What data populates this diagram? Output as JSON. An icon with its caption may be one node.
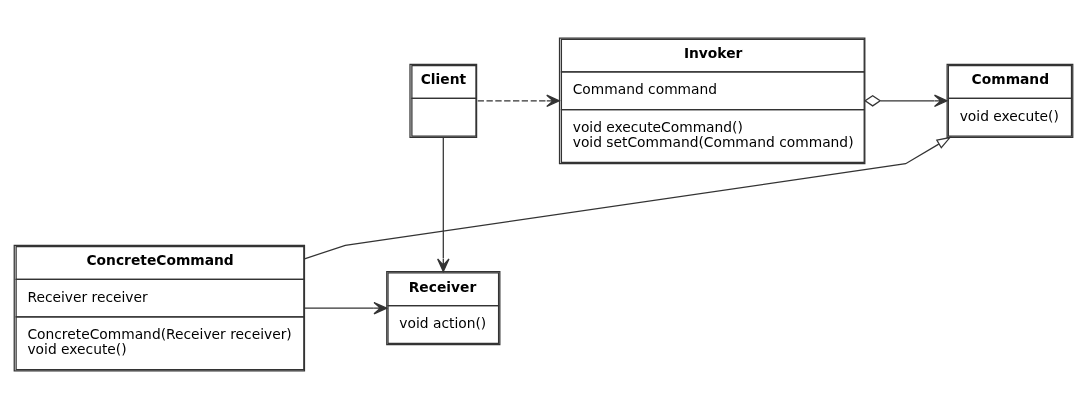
{
  "diagram": {
    "nodes": [
      {
        "text": [
          "Client"
        ]
      },
      {
        "text": [
          "Invoker",
          "Command command",
          "void executeCommand() void setCommand(Command command)"
        ]
      },
      {
        "text": [
          "Command",
          "void execute()"
        ]
      },
      {
        "text": [
          "Receiver",
          "void action()"
        ]
      },
      {
        "text": [
          "ConcreteCommand",
          "Receiver receiver",
          "ConcreteCommand(Receiver receiver) void execute()"
        ]
      }
    ],
    "edges": [
      {
        "from": 0,
        "to": 1,
        "arrow": "to",
        "style": "dashed"
      },
      {
        "from": 1,
        "to": 2,
        "arrow": "to"
      },
      {
        "from": 4,
        "to": 2,
        "arrow": "to"
      },
      {
        "from": 4,
        "to": 3,
        "arrow": "to"
      },
      {
        "from": 0,
        "to": 3,
        "arrow": "to"
      }
    ]
  }
}
